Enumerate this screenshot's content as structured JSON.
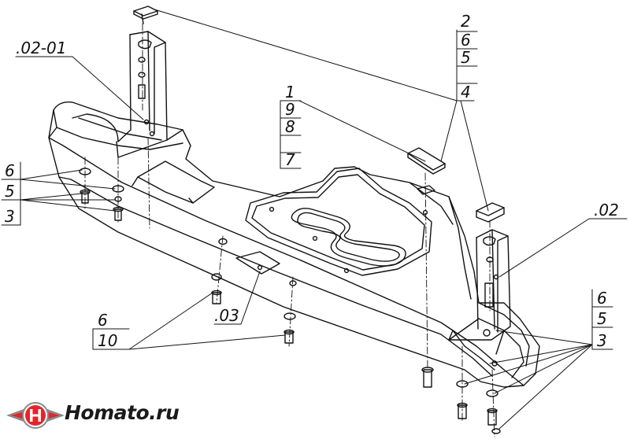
{
  "colors": {
    "line": "#111111",
    "background": "#ffffff",
    "logo_red": "#e3262b",
    "logo_gray": "#8a8a8a",
    "logo_text": "#1a1a1a"
  },
  "callouts": {
    "part_02_01": ".02-01",
    "part_02": ".02",
    "part_03": ".03",
    "stack_top_right": [
      "2",
      "6",
      "5",
      "4"
    ],
    "stack_center": [
      "1",
      "9",
      "8",
      "7"
    ],
    "stack_left": [
      "6",
      "5",
      "3"
    ],
    "stack_right": [
      "6",
      "5",
      "3"
    ],
    "stack_bottom": [
      "6",
      "10"
    ]
  },
  "logo": {
    "text": "Homato.ru",
    "icon": "winged-h-logo-icon"
  }
}
